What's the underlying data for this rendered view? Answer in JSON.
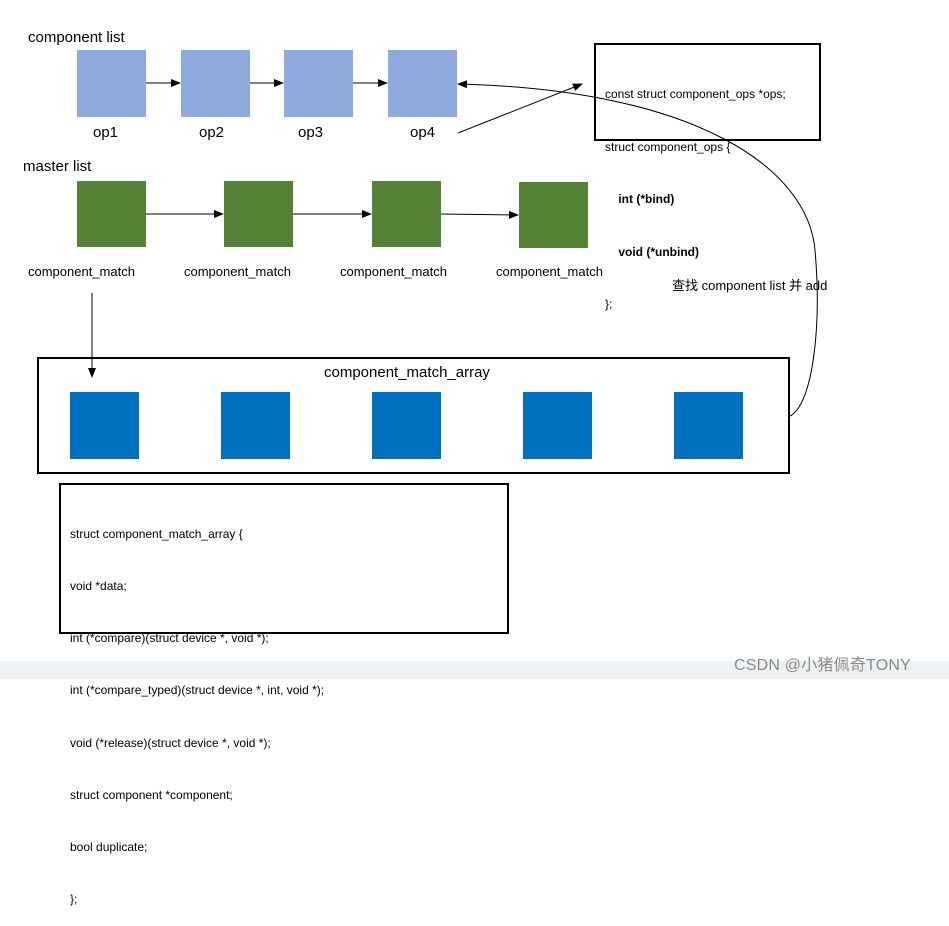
{
  "labels": {
    "component_list": "component list",
    "master_list": "master list",
    "array_title": "component_match_array",
    "search_note": "查找 component list 并 add"
  },
  "ops": [
    "op1",
    "op2",
    "op3",
    "op4"
  ],
  "matches": [
    "component_match",
    "component_match",
    "component_match",
    "component_match"
  ],
  "ops_struct": {
    "lines": [
      {
        "text": "const struct component_ops *ops;",
        "bold": false
      },
      {
        "text": "struct component_ops {",
        "bold": false
      },
      {
        "text": "    int (*bind)",
        "bold": true
      },
      {
        "text": "    void (*unbind)",
        "bold": true
      },
      {
        "text": "};",
        "bold": false
      }
    ]
  },
  "array_struct": {
    "lines": [
      "struct component_match_array {",
      "void *data;",
      "int (*compare)(struct device *, void *);",
      "int (*compare_typed)(struct device *, int, void *);",
      "void (*release)(struct device *, void *);",
      "struct component *component;",
      "bool duplicate;",
      "};"
    ]
  },
  "colors": {
    "op_box": "#8faadc",
    "match_box": "#548235",
    "array_box": "#0070c0"
  },
  "watermark": "CSDN @小猪佩奇TONY"
}
